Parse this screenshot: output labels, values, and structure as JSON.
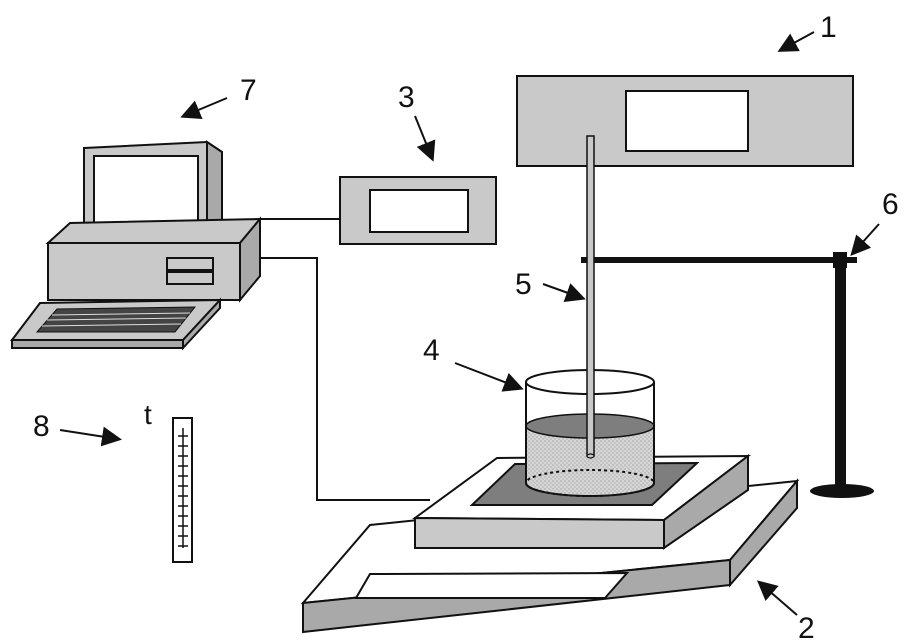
{
  "labels": {
    "device_1": "1",
    "scale_2": "2",
    "device_3": "3",
    "beaker_4": "4",
    "probe_5": "5",
    "stand_6": "6",
    "computer_7": "7",
    "thermometer_8": "8",
    "thermometer_symbol": "t"
  },
  "colors": {
    "body_fill": "#c9c9c9",
    "dark_fill": "#7e7e7e",
    "outline": "#111111",
    "background": "#ffffff"
  }
}
